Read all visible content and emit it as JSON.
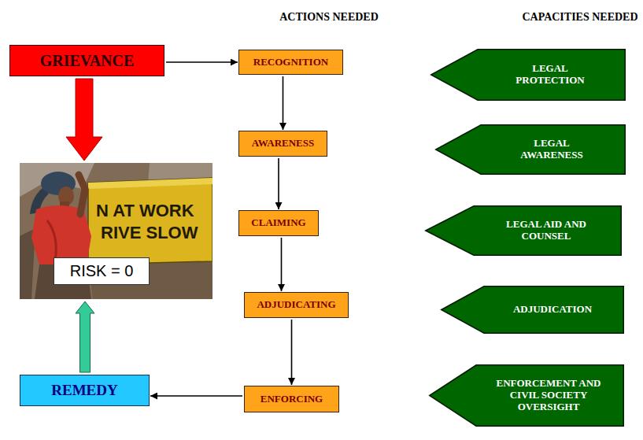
{
  "diagram": {
    "nodes": [
      {
        "text": [
          "GRIEVANCE"
        ]
      },
      {
        "text": [
          "N AT WORK",
          "RIVE SLOW"
        ]
      },
      {
        "text": [
          "RISK = 0"
        ],
        "in": 1
      },
      {
        "text": [
          "REMEDY"
        ]
      },
      {
        "text": [
          "RECOGNITION"
        ]
      },
      {
        "text": [
          "AWARENESS"
        ]
      },
      {
        "text": [
          "CLAIMING"
        ]
      },
      {
        "text": [
          "ADJUDICATING"
        ]
      },
      {
        "text": [
          "ENFORCING"
        ]
      },
      {
        "text": [
          "LEGAL PROTECTION"
        ]
      },
      {
        "text": [
          "LEGAL AWARENESS"
        ]
      },
      {
        "text": [
          "LEGAL AID AND COUNSEL"
        ]
      },
      {
        "text": [
          "ADJUDICATION"
        ]
      },
      {
        "text": [
          "ENFORCEMENT AND CIVIL SOCIETY OVERSIGHT"
        ]
      }
    ],
    "edges": [
      {
        "from": 0,
        "to": 4,
        "arrow": "to"
      },
      {
        "from": 0,
        "to": 1,
        "arrow": "to"
      },
      {
        "from": 4,
        "to": 5,
        "arrow": "to"
      },
      {
        "from": 5,
        "to": 6,
        "arrow": "to"
      },
      {
        "from": 6,
        "to": 7,
        "arrow": "to"
      },
      {
        "from": 7,
        "to": 8,
        "arrow": "to"
      },
      {
        "from": 8,
        "to": 3,
        "arrow": "to"
      },
      {
        "from": 3,
        "to": 1,
        "arrow": "to"
      }
    ],
    "labels": [
      "ACTIONS NEEDED",
      "CAPACITIES NEEDED"
    ]
  }
}
